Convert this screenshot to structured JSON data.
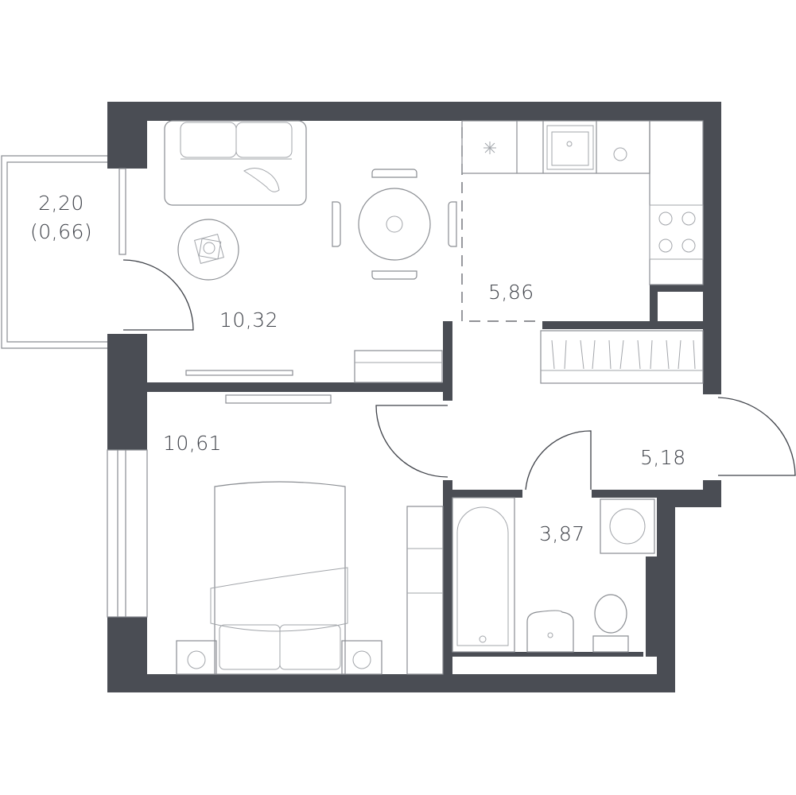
{
  "rooms": {
    "balcony": {
      "area": "2,20",
      "reduced_area": "(0,66)"
    },
    "living": {
      "area": "10,32"
    },
    "kitchen": {
      "area": "5,86"
    },
    "bedroom": {
      "area": "10,61"
    },
    "hallway": {
      "area": "5,18"
    },
    "bathroom": {
      "area": "3,87"
    }
  },
  "colors": {
    "wall": "#4a4d54",
    "furniture": "#8a8d92",
    "label": "#3f4249"
  }
}
